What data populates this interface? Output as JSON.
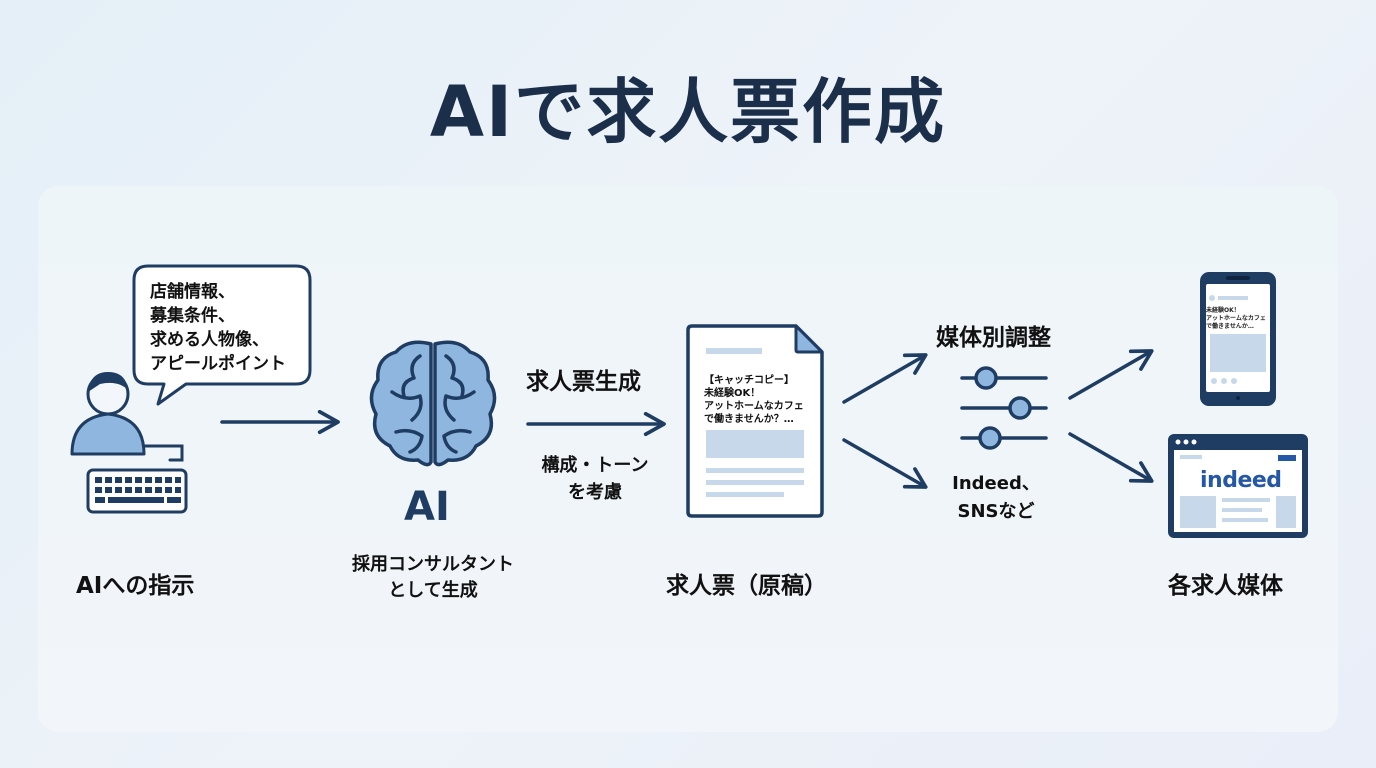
{
  "title": "AIで求人票作成",
  "steps": {
    "instruction": {
      "bubble_lines": [
        "店舗情報、",
        "募集条件、",
        "求める人物像、",
        "アピールポイント"
      ],
      "label": "AIへの指示"
    },
    "ai": {
      "label": "AI",
      "caption_lines": [
        "採用コンサルタント",
        "として生成"
      ]
    },
    "generate": {
      "label": "求人票生成",
      "caption_lines": [
        "構成・トーン",
        "を考慮"
      ]
    },
    "draft": {
      "doc_lines": [
        "【キャッチコピー】",
        "未経験OK！",
        "アットホームなカフェ",
        "で働きませんか？…"
      ],
      "label": "求人票（原稿）"
    },
    "adjust": {
      "label": "媒体別調整",
      "caption_lines": [
        "Indeed、",
        "SNSなど"
      ]
    },
    "media": {
      "phone_lines": [
        "未経験OK！",
        "アットホームなカフェ",
        "で働きませんか…"
      ],
      "logo": "indeed",
      "label": "各求人媒体"
    }
  },
  "icons": {
    "user": "user-icon",
    "keyboard": "keyboard-icon",
    "brain": "brain-icon",
    "document": "document-icon",
    "sliders": "sliders-icon",
    "phone": "smartphone-icon",
    "browser": "browser-window-icon",
    "arrow": "arrow-right-icon"
  },
  "colors": {
    "navy": "#1f3d63",
    "light_blue": "#8fb6df",
    "title": "#1c2f4a"
  }
}
